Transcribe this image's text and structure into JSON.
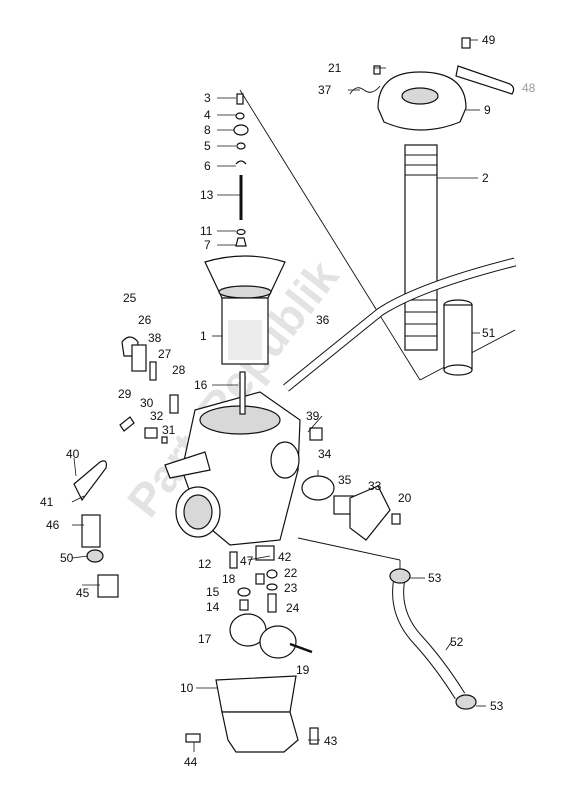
{
  "watermark": "PartsRepublik",
  "labels": [
    {
      "id": "3",
      "text": "3"
    },
    {
      "id": "4",
      "text": "4"
    },
    {
      "id": "8",
      "text": "8"
    },
    {
      "id": "5",
      "text": "5"
    },
    {
      "id": "6",
      "text": "6"
    },
    {
      "id": "13",
      "text": "13"
    },
    {
      "id": "11",
      "text": "11"
    },
    {
      "id": "7",
      "text": "7"
    },
    {
      "id": "1",
      "text": "1"
    },
    {
      "id": "16",
      "text": "16"
    },
    {
      "id": "25",
      "text": "25"
    },
    {
      "id": "26",
      "text": "26"
    },
    {
      "id": "38",
      "text": "38"
    },
    {
      "id": "27",
      "text": "27"
    },
    {
      "id": "28",
      "text": "28"
    },
    {
      "id": "29",
      "text": "29"
    },
    {
      "id": "30",
      "text": "30"
    },
    {
      "id": "32",
      "text": "32"
    },
    {
      "id": "31",
      "text": "31"
    },
    {
      "id": "40",
      "text": "40"
    },
    {
      "id": "41",
      "text": "41"
    },
    {
      "id": "46",
      "text": "46"
    },
    {
      "id": "50",
      "text": "50"
    },
    {
      "id": "45",
      "text": "45"
    },
    {
      "id": "12",
      "text": "12"
    },
    {
      "id": "47",
      "text": "47"
    },
    {
      "id": "42",
      "text": "42"
    },
    {
      "id": "18",
      "text": "18"
    },
    {
      "id": "22",
      "text": "22"
    },
    {
      "id": "23",
      "text": "23"
    },
    {
      "id": "15",
      "text": "15"
    },
    {
      "id": "14",
      "text": "14"
    },
    {
      "id": "24",
      "text": "24"
    },
    {
      "id": "17",
      "text": "17"
    },
    {
      "id": "19",
      "text": "19"
    },
    {
      "id": "10",
      "text": "10"
    },
    {
      "id": "44",
      "text": "44"
    },
    {
      "id": "43",
      "text": "43"
    },
    {
      "id": "21",
      "text": "21"
    },
    {
      "id": "37",
      "text": "37"
    },
    {
      "id": "49",
      "text": "49"
    },
    {
      "id": "48",
      "text": "48"
    },
    {
      "id": "9",
      "text": "9"
    },
    {
      "id": "2",
      "text": "2"
    },
    {
      "id": "36",
      "text": "36"
    },
    {
      "id": "51",
      "text": "51"
    },
    {
      "id": "39",
      "text": "39"
    },
    {
      "id": "34",
      "text": "34"
    },
    {
      "id": "35",
      "text": "35"
    },
    {
      "id": "33",
      "text": "33"
    },
    {
      "id": "20",
      "text": "20"
    },
    {
      "id": "53a",
      "text": "53"
    },
    {
      "id": "52",
      "text": "52"
    },
    {
      "id": "53b",
      "text": "53"
    }
  ]
}
